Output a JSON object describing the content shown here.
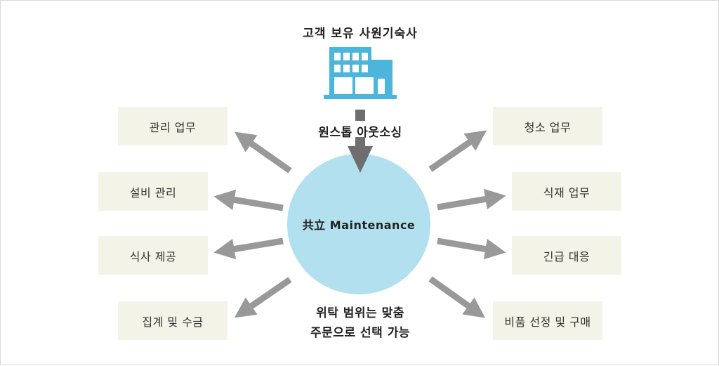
{
  "title": "고객 보유 사원기숙사",
  "building_icon": "building-icon",
  "outsourcing_label": "원스톱 아웃소싱",
  "center_label": "共立 Maintenance",
  "bottom_lines": [
    "위탁 범위는 맞춤",
    "주문으로 선택 가능"
  ],
  "left_items": [
    "관리 업무",
    "설비 관리",
    "식사 제공",
    "집계 및 수금"
  ],
  "right_items": [
    "청소 업무",
    "식재 업무",
    "긴급 대응",
    "비품 선정 및 구매"
  ],
  "colors": {
    "circle": "#b2e0ef",
    "building": "#4bb5dc",
    "arrow": "#999999",
    "down_arrow": "#6e6e6e",
    "box": "#f3f3e7"
  }
}
